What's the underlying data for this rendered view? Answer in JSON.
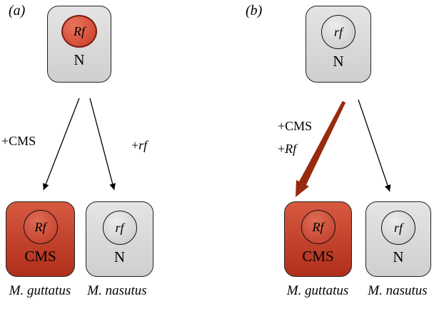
{
  "colors": {
    "gray_fill": "#cfcfcf",
    "gray_fill_light": "#e4e4e4",
    "red_fill": "#b02f1c",
    "red_fill_light": "#d65940",
    "nucleus_red_border": "#7c1a0c",
    "thick_arrow": "#982a0e",
    "outline": "#222222"
  },
  "panel_a": {
    "label": "(a)",
    "parent_cell": {
      "gene": "Rf",
      "cytoplasm": "N"
    },
    "arrow_left_label": "+CMS",
    "arrow_right_prefix": "+",
    "arrow_right_gene": "rf",
    "offspring_left": {
      "gene": "Rf",
      "cytoplasm": "CMS"
    },
    "offspring_right": {
      "gene": "rf",
      "cytoplasm": "N"
    },
    "species_left": "M. guttatus",
    "species_right": "M. nasutus"
  },
  "panel_b": {
    "label": "(b)",
    "parent_cell": {
      "gene": "rf",
      "cytoplasm": "N"
    },
    "arrow_line1": "+CMS",
    "arrow_line2_prefix": "+",
    "arrow_line2_gene": "Rf",
    "offspring_left": {
      "gene": "Rf",
      "cytoplasm": "CMS"
    },
    "offspring_right": {
      "gene": "rf",
      "cytoplasm": "N"
    },
    "species_left": "M. guttatus",
    "species_right": "M. nasutus"
  }
}
